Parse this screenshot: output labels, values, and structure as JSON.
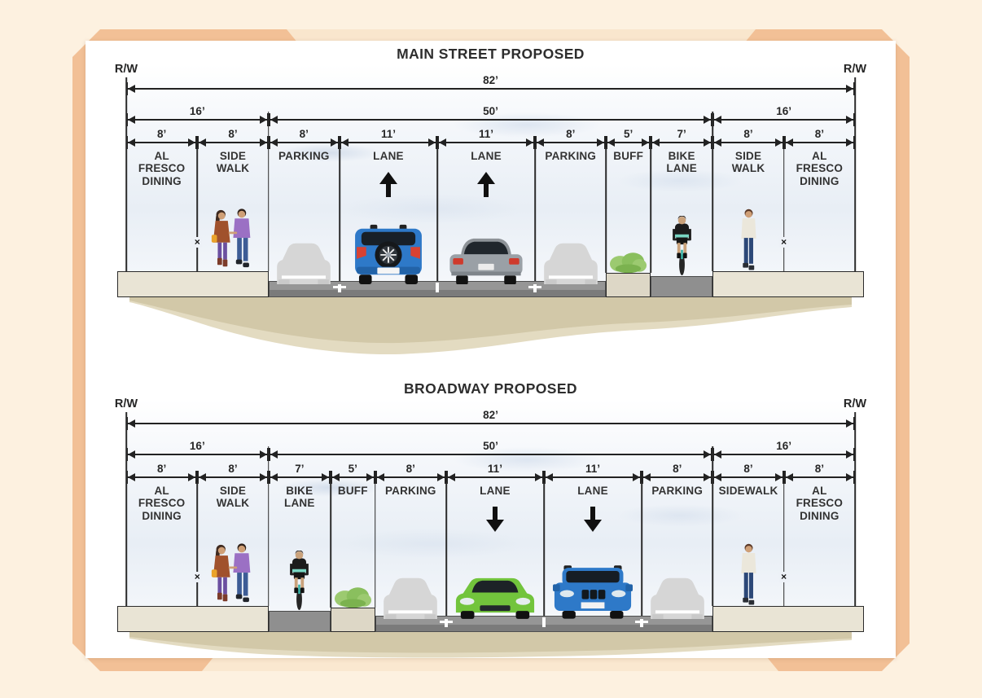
{
  "poster": {
    "background_color": "#fdf1e0",
    "frame_color": "#f2c096",
    "frame_light_color": "#f9e6cd",
    "card_color": "#ffffff",
    "road_color": "#8c8c8c",
    "earth_color": "#d2c8a8",
    "sidewalk_color": "#e9e4d5"
  },
  "diagrams": [
    {
      "title": "MAIN STREET PROPOSED",
      "rw_left": "R/W",
      "rw_right": "R/W",
      "total_dimension": "82’",
      "total_feet": 82,
      "group_dimensions": [
        {
          "label": "16’",
          "feet": 16
        },
        {
          "label": "50’",
          "feet": 50
        },
        {
          "label": "16’",
          "feet": 16
        }
      ],
      "segments": [
        {
          "dim": "8’",
          "feet": 8,
          "label": "AL FRESCO DINING",
          "display": "AL\nFRESCO\nDINING",
          "zone": "alfresco"
        },
        {
          "dim": "8’",
          "feet": 8,
          "label": "SIDE WALK",
          "display": "SIDE\nWALK",
          "zone": "sidewalk",
          "figure": "pedestrian-couple"
        },
        {
          "dim": "8’",
          "feet": 8,
          "label": "PARKING",
          "zone": "parking",
          "figure": "parked-car-ghost"
        },
        {
          "dim": "11’",
          "feet": 11,
          "label": "LANE",
          "zone": "lane",
          "arrow": "up",
          "figure": "suv-rear-blue"
        },
        {
          "dim": "11’",
          "feet": 11,
          "label": "LANE",
          "zone": "lane",
          "arrow": "up",
          "figure": "sedan-rear-gray"
        },
        {
          "dim": "8’",
          "feet": 8,
          "label": "PARKING",
          "zone": "parking",
          "figure": "parked-car-ghost"
        },
        {
          "dim": "5’",
          "feet": 5,
          "label": "BUFF",
          "zone": "buffer",
          "figure": "bush"
        },
        {
          "dim": "7’",
          "feet": 7,
          "label": "BIKE LANE",
          "display": "BIKE\nLANE",
          "zone": "bike",
          "figure": "cyclist"
        },
        {
          "dim": "8’",
          "feet": 8,
          "label": "SIDE WALK",
          "display": "SIDE\nWALK",
          "zone": "sidewalk",
          "figure": "pedestrian-walker"
        },
        {
          "dim": "8’",
          "feet": 8,
          "label": "AL FRESCO DINING",
          "display": "AL\nFRESCO\nDINING",
          "zone": "alfresco"
        }
      ],
      "earth_profile": "deep"
    },
    {
      "title": "BROADWAY PROPOSED",
      "rw_left": "R/W",
      "rw_right": "R/W",
      "total_dimension": "82’",
      "total_feet": 82,
      "group_dimensions": [
        {
          "label": "16’",
          "feet": 16
        },
        {
          "label": "50’",
          "feet": 50
        },
        {
          "label": "16’",
          "feet": 16
        }
      ],
      "segments": [
        {
          "dim": "8’",
          "feet": 8,
          "label": "AL FRESCO DINING",
          "display": "AL\nFRESCO\nDINING",
          "zone": "alfresco"
        },
        {
          "dim": "8’",
          "feet": 8,
          "label": "SIDE WALK",
          "display": "SIDE\nWALK",
          "zone": "sidewalk",
          "figure": "pedestrian-couple"
        },
        {
          "dim": "7’",
          "feet": 7,
          "label": "BIKE LANE",
          "display": "BIKE\nLANE",
          "zone": "bike",
          "figure": "cyclist"
        },
        {
          "dim": "5’",
          "feet": 5,
          "label": "BUFF",
          "zone": "buffer",
          "figure": "bush"
        },
        {
          "dim": "8’",
          "feet": 8,
          "label": "PARKING",
          "zone": "parking",
          "figure": "parked-car-ghost"
        },
        {
          "dim": "11’",
          "feet": 11,
          "label": "LANE",
          "zone": "lane",
          "arrow": "down",
          "figure": "car-front-green"
        },
        {
          "dim": "11’",
          "feet": 11,
          "label": "LANE",
          "zone": "lane",
          "arrow": "down",
          "figure": "suv-front-blue"
        },
        {
          "dim": "8’",
          "feet": 8,
          "label": "PARKING",
          "zone": "parking",
          "figure": "parked-car-ghost"
        },
        {
          "dim": "8’",
          "feet": 8,
          "label": "SIDEWALK",
          "zone": "sidewalk",
          "figure": "pedestrian-walker"
        },
        {
          "dim": "8’",
          "feet": 8,
          "label": "AL FRESCO DINING",
          "display": "AL\nFRESCO\nDINING",
          "zone": "alfresco"
        }
      ],
      "earth_profile": "shallow"
    }
  ]
}
